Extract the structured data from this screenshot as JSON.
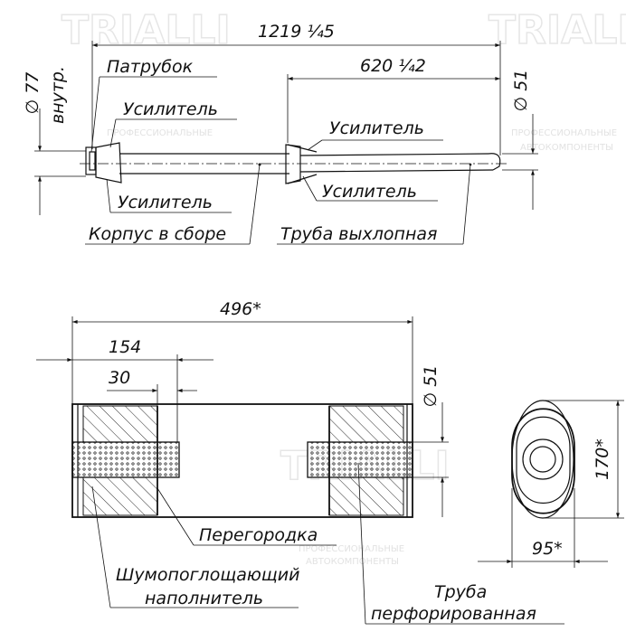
{
  "watermark": {
    "brand": "TRIALLI",
    "line1": "ПРОФЕССИОНАЛЬНЫЕ",
    "line2": "АВТОКОМПОНЕНТЫ"
  },
  "top_view": {
    "dim_total": "1219 ¼5",
    "dim_tail": "620 ¼2",
    "dim_inlet": "∅ 77",
    "dim_inlet_note": "внутр.",
    "dim_outlet": "∅ 51",
    "label_patrubok": "Патрубок",
    "label_usilitel_1": "Усилитель",
    "label_usilitel_2": "Усилитель",
    "label_usilitel_3": "Усилитель",
    "label_usilitel_4": "Усилитель",
    "label_korpus": "Корпус в сборе",
    "label_truba": "Труба выхлопная"
  },
  "section_view": {
    "dim_length": "496*",
    "dim_154": "154",
    "dim_30": "30",
    "dim_pipe": "∅ 51",
    "label_peregorodka": "Перегородка",
    "label_filler_1": "Шумопоглощающий",
    "label_filler_2": "наполнитель",
    "label_pipe_1": "Труба",
    "label_pipe_2": "перфорированная"
  },
  "end_view": {
    "dim_height": "170*",
    "dim_width": "95*"
  }
}
